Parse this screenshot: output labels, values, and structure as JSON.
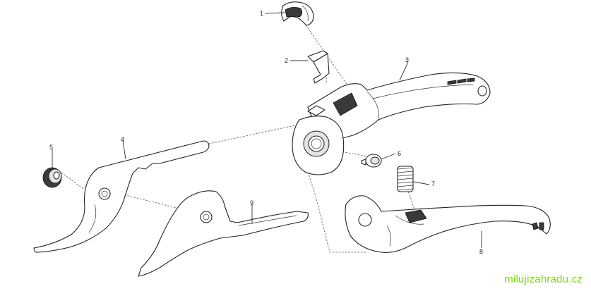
{
  "callouts": [
    {
      "id": "1",
      "label": "1"
    },
    {
      "id": "2",
      "label": "2"
    },
    {
      "id": "3",
      "label": "3"
    },
    {
      "id": "4",
      "label": "4"
    },
    {
      "id": "5",
      "label": "5"
    },
    {
      "id": "6",
      "label": "6"
    },
    {
      "id": "7",
      "label": "7"
    },
    {
      "id": "8",
      "label": "8"
    },
    {
      "id": "9",
      "label": "9"
    }
  ],
  "watermark": "milujizahradu.cz",
  "colors": {
    "watermark": "#7bd416",
    "line": "#222222",
    "background": "#ffffff"
  }
}
